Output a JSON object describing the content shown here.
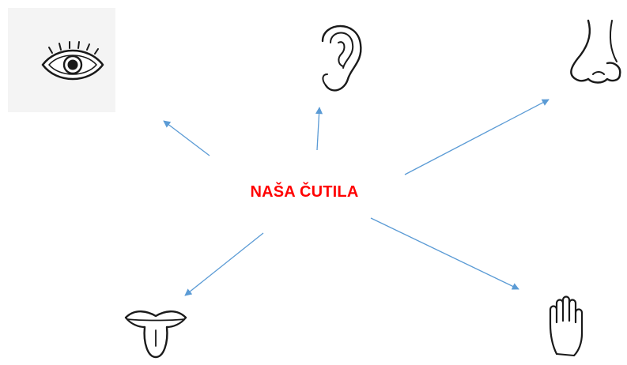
{
  "diagram": {
    "center_label": "NAŠA ČUTILA",
    "center_color": "#ff0000",
    "arrow_color": "#5b9bd5",
    "icon_stroke_color": "#1a1a1a",
    "senses": [
      {
        "id": "eye",
        "icon": "eye-icon"
      },
      {
        "id": "ear",
        "icon": "ear-icon"
      },
      {
        "id": "nose",
        "icon": "nose-icon"
      },
      {
        "id": "tongue",
        "icon": "tongue-icon"
      },
      {
        "id": "hand",
        "icon": "hand-icon"
      }
    ]
  }
}
